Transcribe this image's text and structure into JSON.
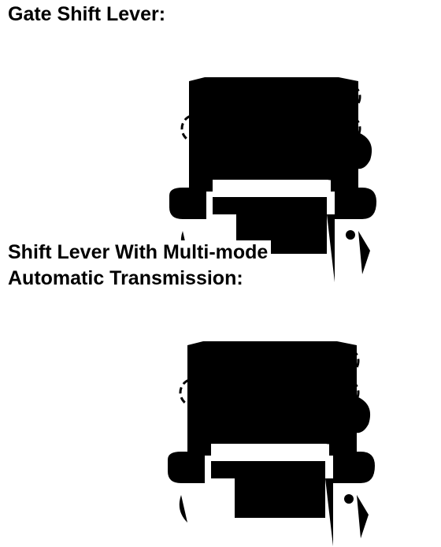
{
  "labels": {
    "gate": "Gate Shift Lever:",
    "multimode_line1": "Shift Lever With Multi-mode",
    "multimode_line2": "Automatic Transmission:"
  }
}
